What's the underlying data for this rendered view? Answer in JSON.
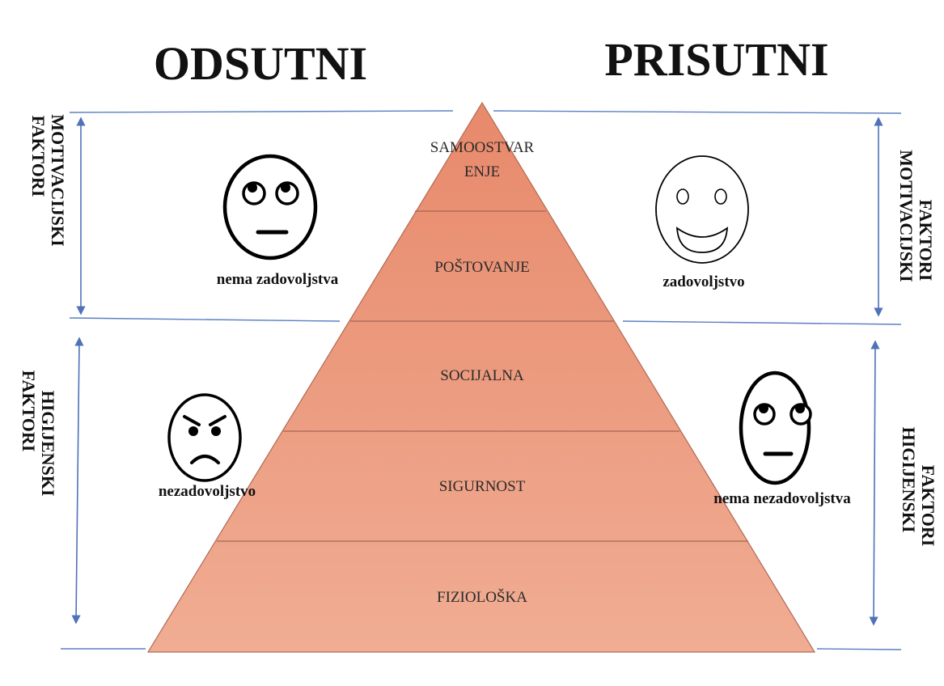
{
  "headers": {
    "left": "ODSUTNI",
    "right": "PRISUTNI"
  },
  "levels": [
    {
      "label_lines": [
        "SAMOOSTVAR",
        "ENJE"
      ]
    },
    {
      "label_lines": [
        "POŠTOVANJE"
      ]
    },
    {
      "label_lines": [
        "SOCIJALNA"
      ]
    },
    {
      "label_lines": [
        "SIGURNOST"
      ]
    },
    {
      "label_lines": [
        "FIZIOLOŠKA"
      ]
    }
  ],
  "side_labels": {
    "motivation": [
      "MOTIVACIJSKI",
      "FAKTORI"
    ],
    "hygiene": [
      "HIGIJENSKI",
      "FAKTORI"
    ]
  },
  "faces": {
    "left_top": {
      "caption": "nema zadovoljstva",
      "expression": "neutral-eyes-up"
    },
    "right_top": {
      "caption": "zadovoljstvo",
      "expression": "happy"
    },
    "left_bottom": {
      "caption": "nezadovoljstvo",
      "expression": "angry-frown"
    },
    "right_bottom": {
      "caption": "nema nezadovoljstva",
      "expression": "neutral-eyes-up"
    }
  },
  "colors": {
    "pyramid_fill_top": "#e8896b",
    "pyramid_fill_bottom": "#f1b49a",
    "pyramid_stroke": "#b06a55",
    "rule_line": "#5b7fc4",
    "arrow": "#4f72b8",
    "text": "#111111"
  }
}
